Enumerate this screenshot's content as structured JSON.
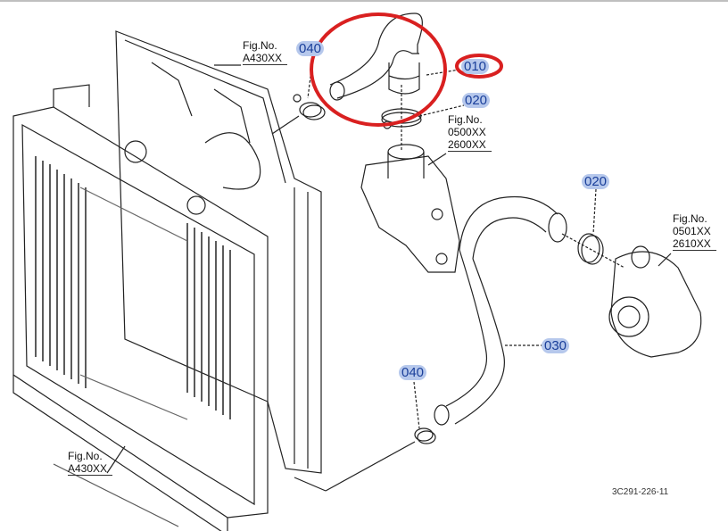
{
  "callouts": {
    "c040_top": "040",
    "c010": "010",
    "c020_top": "020",
    "c020_right": "020",
    "c030": "030",
    "c040_bottom": "040"
  },
  "fig_refs": {
    "radiator_top": {
      "label": "Fig.No.",
      "num": "A430XX"
    },
    "thermostat": {
      "label": "Fig.No.",
      "num1": "0500XX",
      "num2": "2600XX"
    },
    "water_pump": {
      "label": "Fig.No.",
      "num1": "0501XX",
      "num2": "2610XX"
    },
    "radiator_bottom": {
      "label": "Fig.No.",
      "num": "A430XX"
    }
  },
  "diagram_code": "3C291-226-11",
  "colors": {
    "highlight": "#d92020",
    "callout_bg": "#b6c8ec",
    "callout_text": "#1a3f9a"
  }
}
